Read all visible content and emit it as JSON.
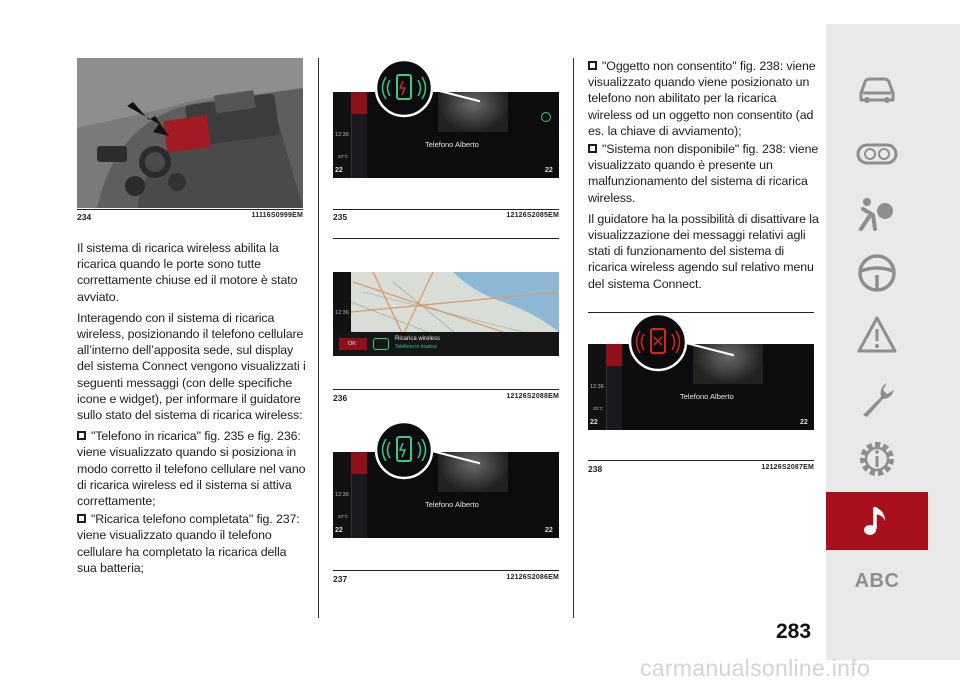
{
  "col1": {
    "para1": "Il sistema di ricarica wireless abilita la ricarica quando le porte sono tutte correttamente chiuse ed il motore è stato avviato.",
    "para2": "Interagendo con il sistema di ricarica wireless, posizionando il telefono cellulare all’interno dell’apposita sede, sul display del sistema Connect vengono visualizzati i seguenti messaggi (con delle specifiche icone e widget), per informare il guidatore sullo stato del sistema di ricarica wireless:",
    "bullet1": "\"Telefono in ricarica\" fig. 235 e fig. 236: viene visualizzato quando si posiziona in modo corretto il telefono cellulare nel vano di ricarica wireless ed il sistema si attiva correttamente;",
    "bullet2": "\"Ricarica telefono completata\" fig. 237: viene visualizzato quando il telefono cellulare ha completato la ricarica della sua batteria;"
  },
  "col3": {
    "bullet3": "\"Oggetto non consentito\" fig. 238: viene visualizzato quando viene posizionato un telefono non abilitato per la ricarica wireless od un oggetto non consentito (ad es. la chiave di avviamento);",
    "bullet4": "\"Sistema non disponibile\" fig. 238: viene visualizzato quando è presente un malfunzionamento del sistema di ricarica wireless.",
    "para3": "Il guidatore ha la possibilità di disattivare la visualizzazione dei messaggi relativi agli stati di funzionamento del sistema di ricarica wireless agendo sul relativo menu del sistema Connect."
  },
  "figures": {
    "f234": {
      "num": "234",
      "code": "11116S0999EM"
    },
    "f235": {
      "num": "235",
      "code": "12126S2085EM"
    },
    "f236": {
      "num": "236",
      "code": "12126S2088EM"
    },
    "f237": {
      "num": "237",
      "code": "12126S2086EM"
    },
    "f238": {
      "num": "238",
      "code": "12126S2087EM"
    }
  },
  "screens": {
    "time": "12:36",
    "temp": "20°C",
    "temp_left": "22",
    "temp_right": "22",
    "phone_name": "Telefono Alberto",
    "ok_label": "OK",
    "charge_title": "Ricarica wireless",
    "charge_sub": "Telefono in ricarica"
  },
  "sidebar": {
    "icons": [
      "car-icon",
      "dashboard-icon",
      "airbag-icon",
      "steering-wheel-icon",
      "warning-triangle-icon",
      "wrench-icon",
      "gear-info-icon",
      "music-note-icon"
    ],
    "abc": "ABC",
    "active_color": "#a8101c"
  },
  "page_number": "283",
  "watermark": "carmanualsonline.info"
}
